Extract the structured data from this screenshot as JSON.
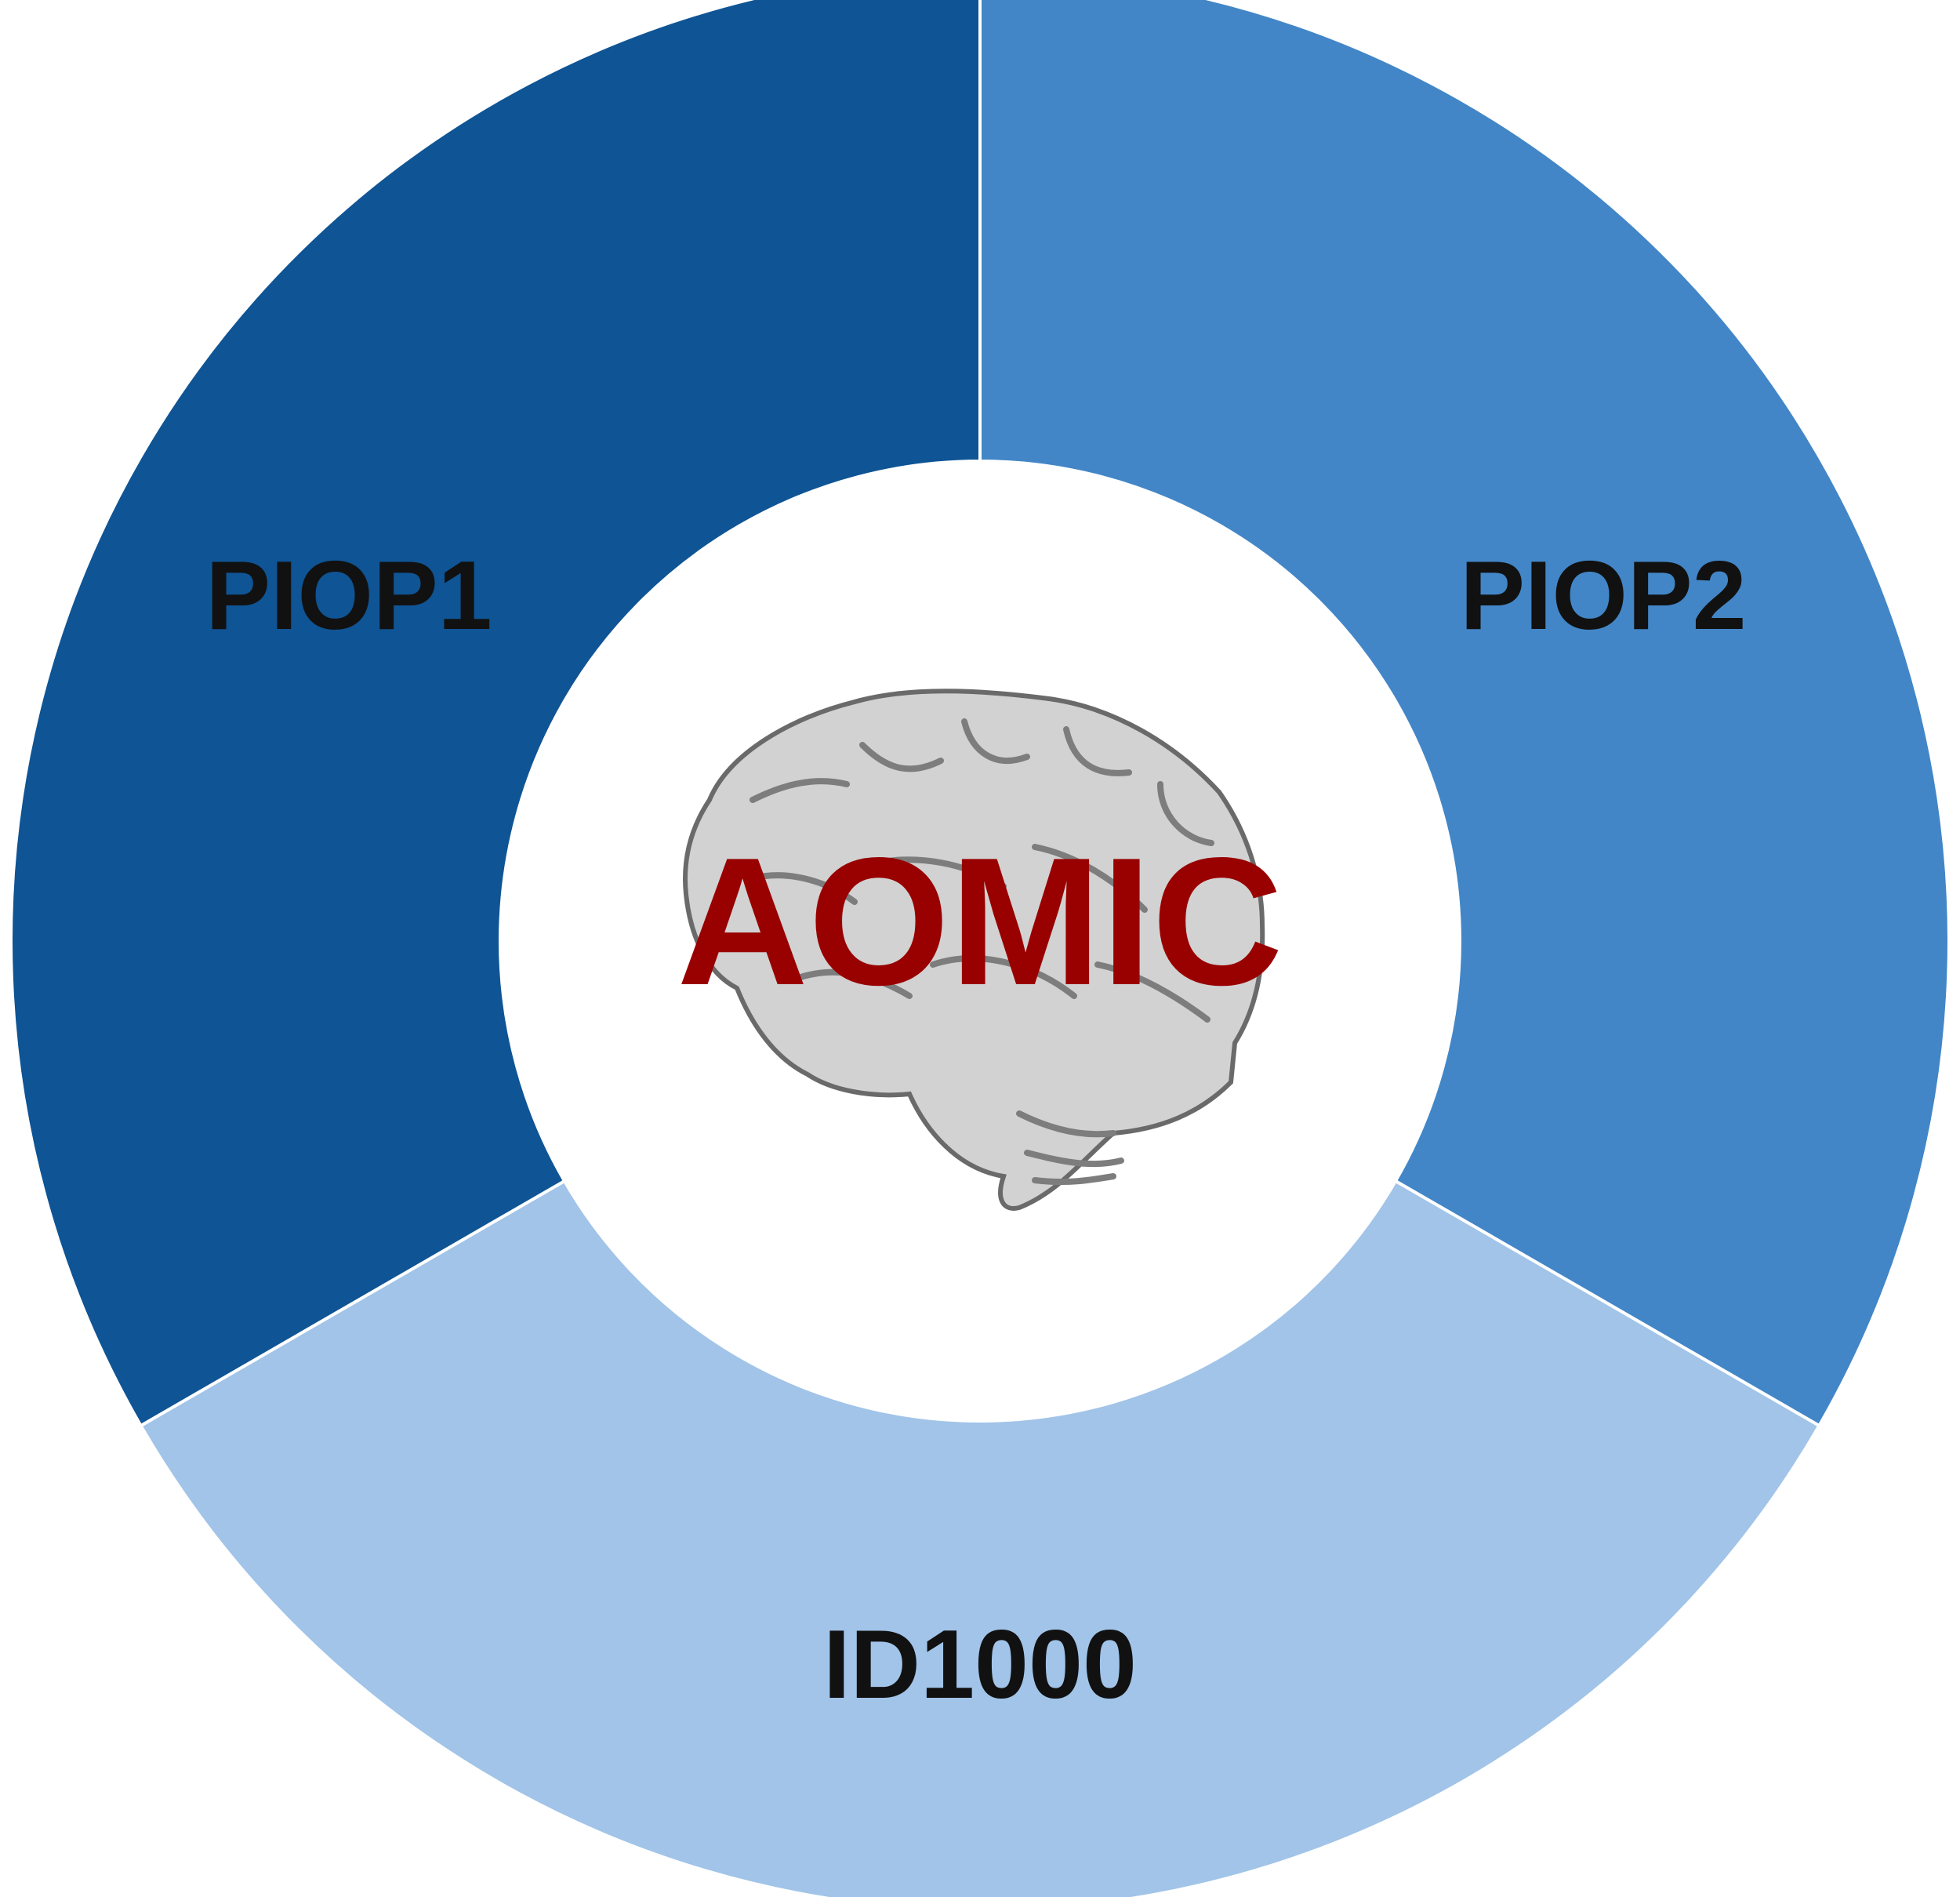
{
  "logo": {
    "text": "AOMIC",
    "color": "#990000",
    "icon": "brain-icon"
  },
  "segments": [
    {
      "label": "PIOP1",
      "color": "#0f5494",
      "share": 0.3333
    },
    {
      "label": "PIOP2",
      "color": "#4286c7",
      "share": 0.3333
    },
    {
      "label": "ID1000",
      "color": "#a1c4e8",
      "share": 0.3333
    }
  ],
  "colors": {
    "divider": "#ffffff",
    "label_text": "#111111",
    "brain_gray": "#8a8a8a"
  }
}
